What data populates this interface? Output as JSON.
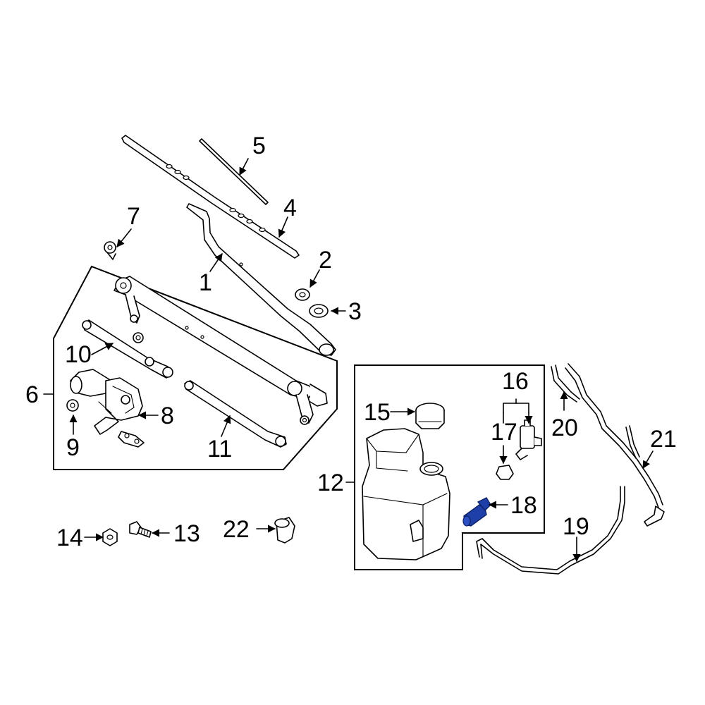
{
  "labels": {
    "p1": "1",
    "p2": "2",
    "p3": "3",
    "p4": "4",
    "p5": "5",
    "p6": "6",
    "p7": "7",
    "p8": "8",
    "p9": "9",
    "p10": "10",
    "p11": "11",
    "p12": "12",
    "p13": "13",
    "p14": "14",
    "p15": "15",
    "p16": "16",
    "p17": "17",
    "p18": "18",
    "p19": "19",
    "p20": "20",
    "p21": "21",
    "p22": "22"
  },
  "colors": {
    "line": "#000000",
    "background": "#ffffff",
    "highlight": "#1f3fa8",
    "highlight_dark": "#0d2266"
  }
}
